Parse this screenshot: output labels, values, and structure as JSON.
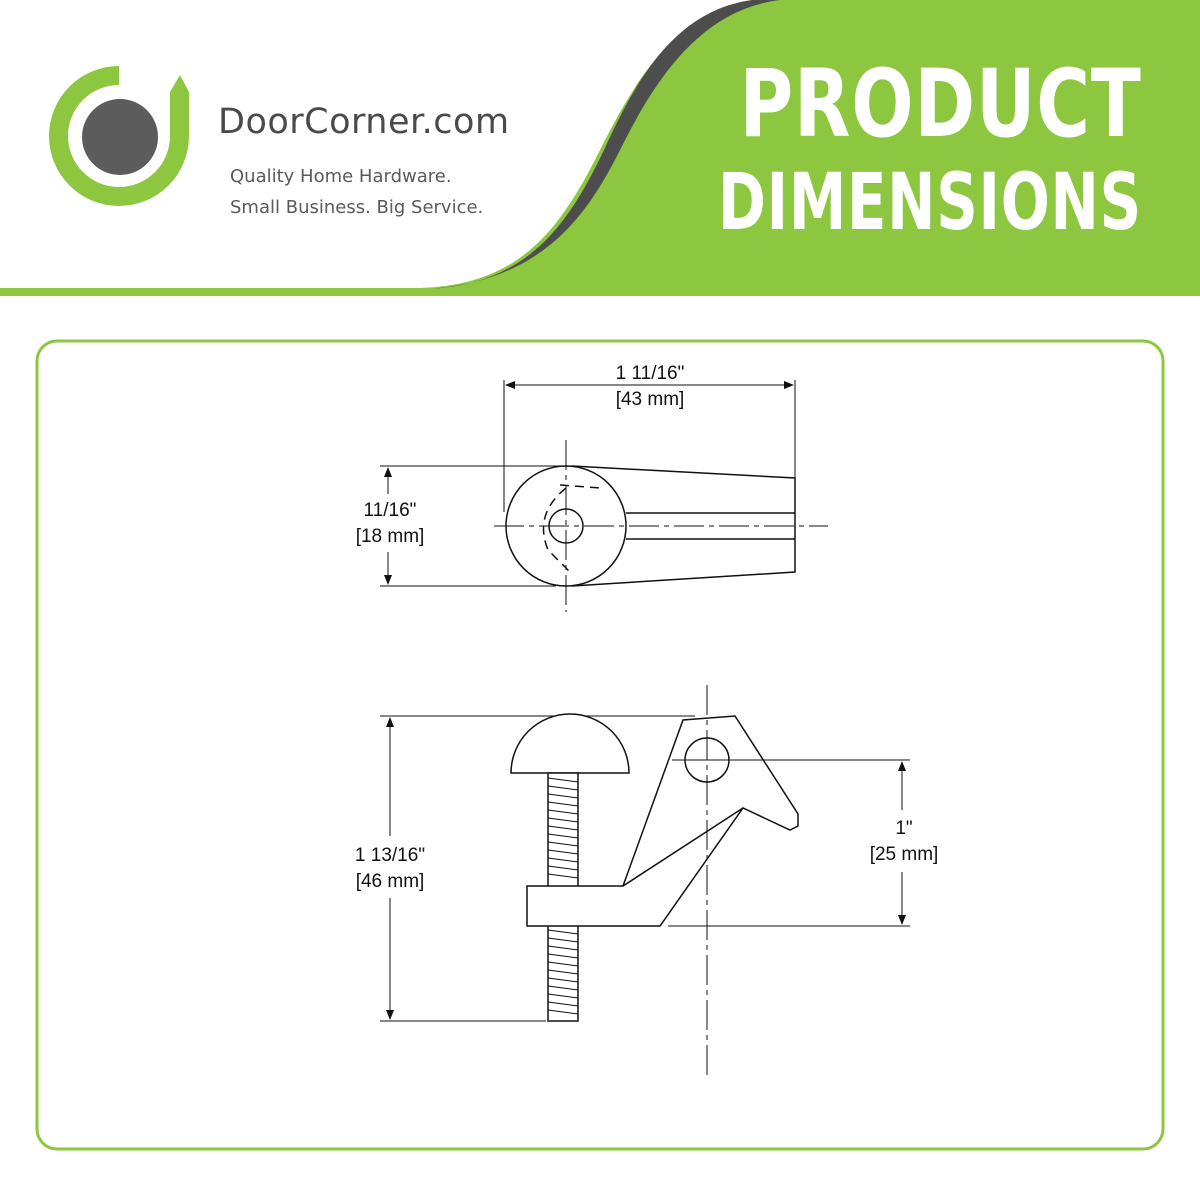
{
  "header": {
    "brand_name": "DoorCorner.com",
    "tagline_1": "Quality Home Hardware.",
    "tagline_2": "Small Business. Big Service.",
    "title_line_1": "PRODUCT",
    "title_line_2": "DIMENSIONS"
  },
  "colors": {
    "brand_green": "#8dc63f",
    "brand_gray": "#5c5c5c",
    "line": "#111111"
  },
  "icons": {
    "logo": "ring-dot-logo-icon"
  },
  "diagram": {
    "top_view": {
      "width_imperial": "1 11/16\"",
      "width_metric": "[43 mm]",
      "height_imperial": "11/16\"",
      "height_metric": "[18 mm]"
    },
    "side_view": {
      "height_imperial": "1 13/16\"",
      "height_metric": "[46 mm]",
      "offset_imperial": "1\"",
      "offset_metric": "[25 mm]"
    }
  }
}
